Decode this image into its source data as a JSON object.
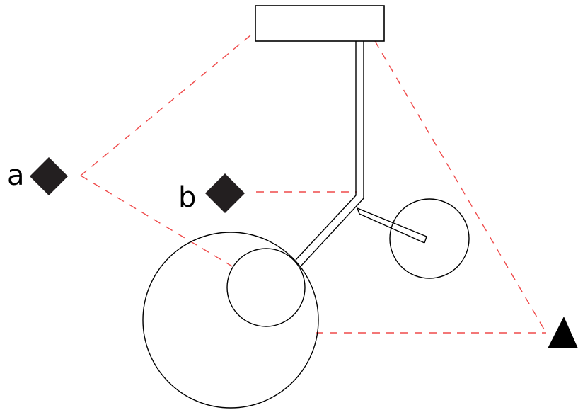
{
  "diagram": {
    "labels": {
      "a": "a",
      "b": "b"
    },
    "colors": {
      "ink": "#000000",
      "marker": "#231f20",
      "guide": "#ef4a4a",
      "background": "#ffffff"
    },
    "markers": {
      "a": "diamond",
      "b": "diamond",
      "right": "triangle"
    }
  }
}
